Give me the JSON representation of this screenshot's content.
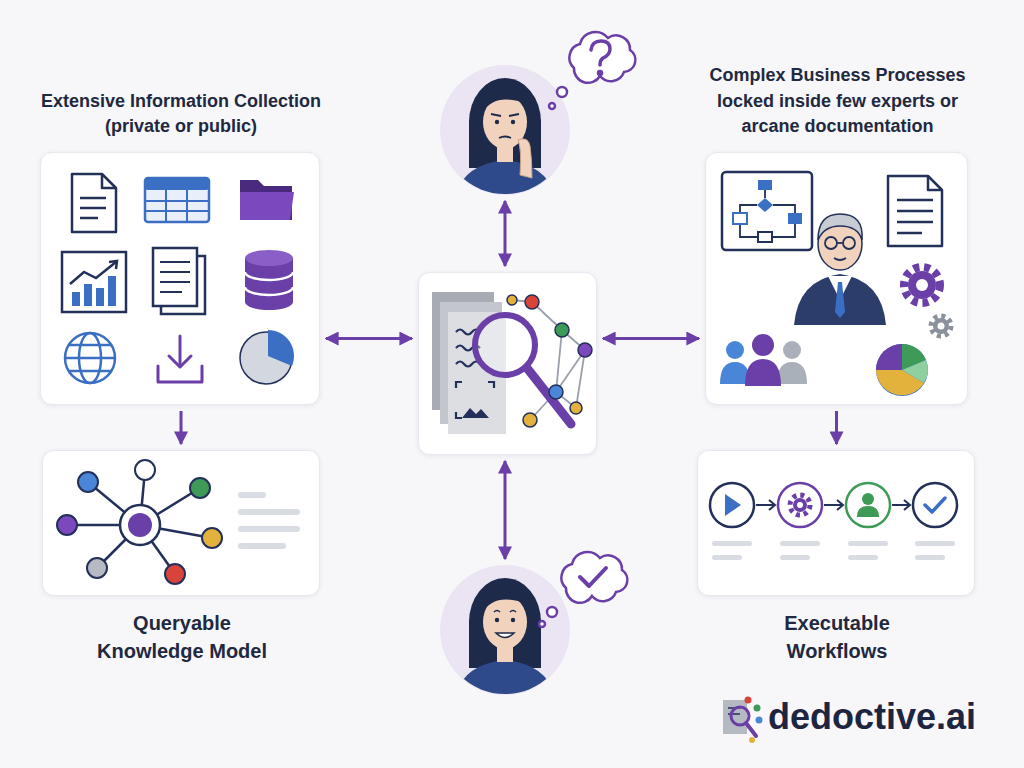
{
  "diagram": {
    "nodes": [
      {
        "text": [
          "Extensive Information Collection (private or public)"
        ]
      },
      {
        "text": []
      },
      {
        "text": [
          "Complex Business Processes locked inside few experts or arcane documentation"
        ]
      },
      {
        "text": []
      },
      {
        "text": [
          "Queryable Knowledge Model"
        ]
      },
      {
        "text": []
      },
      {
        "text": [
          "Executable Workflows"
        ]
      }
    ],
    "edges": [
      {
        "from": 3,
        "to": 0,
        "arrow": "both"
      },
      {
        "from": 3,
        "to": 1,
        "arrow": "both"
      },
      {
        "from": 3,
        "to": 2,
        "arrow": "both"
      },
      {
        "from": 3,
        "to": 5,
        "arrow": "both"
      },
      {
        "from": 0,
        "to": 4,
        "arrow": "to"
      },
      {
        "from": 2,
        "to": 6,
        "arrow": "to"
      }
    ],
    "labels": [
      "dedoctive.ai"
    ]
  }
}
